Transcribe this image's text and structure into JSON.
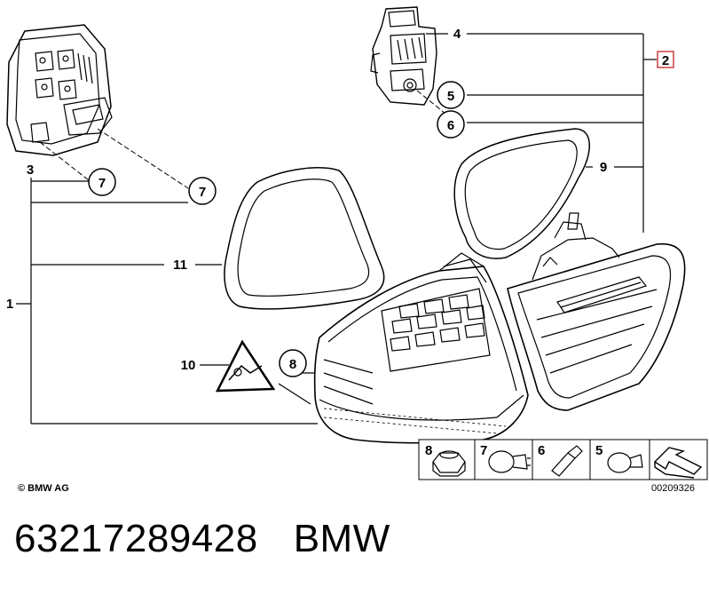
{
  "callouts": {
    "c1": "1",
    "c2": "2",
    "c3": "3",
    "c4": "4",
    "c5": "5",
    "c6": "6",
    "c7a": "7",
    "c7b": "7",
    "c8": "8",
    "c9": "9",
    "c10": "10",
    "c11": "11"
  },
  "legend": {
    "items": [
      "8",
      "7",
      "6",
      "5"
    ]
  },
  "diagram_number": "00209326",
  "copyright": "© BMW AG",
  "part_number": "63217289428",
  "brand": "BMW",
  "colors": {
    "highlight_box": "#d04040"
  }
}
